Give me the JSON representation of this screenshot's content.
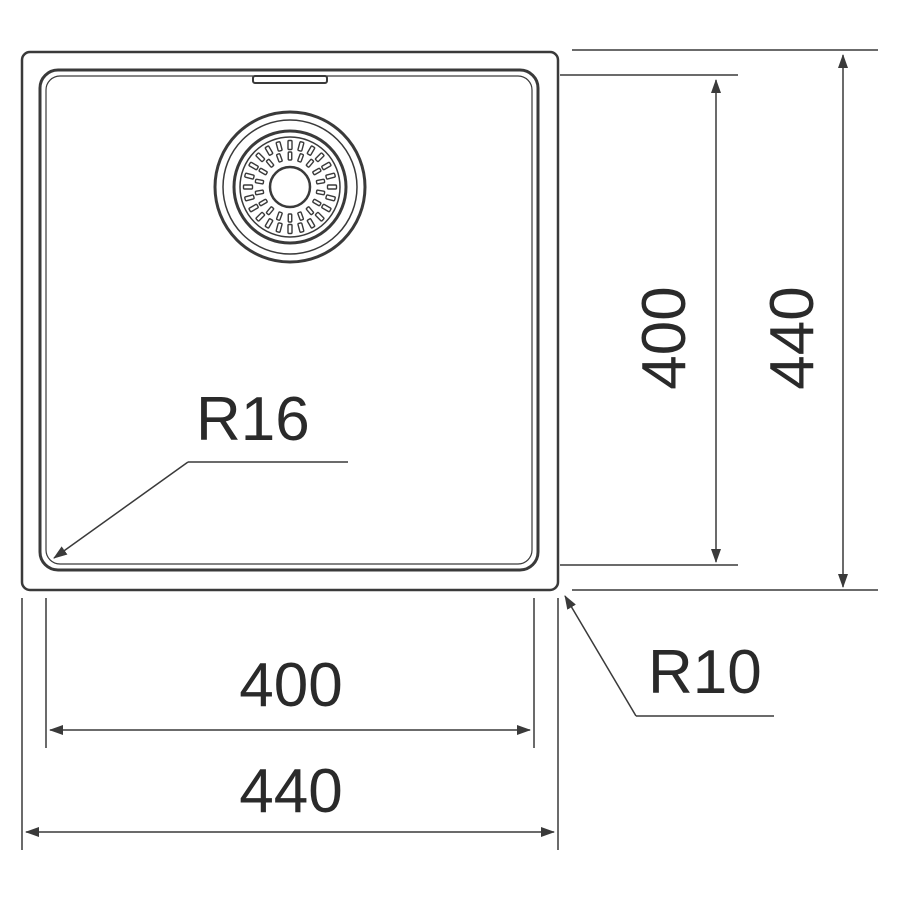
{
  "labels": {
    "inner_width": "400",
    "outer_width": "440",
    "inner_height": "400",
    "outer_height": "440",
    "inner_corner_radius": "R16",
    "outer_corner_radius": "R10"
  },
  "colors": {
    "line": "#3a3a3a",
    "text": "#2a2a2a",
    "background": "#ffffff"
  }
}
